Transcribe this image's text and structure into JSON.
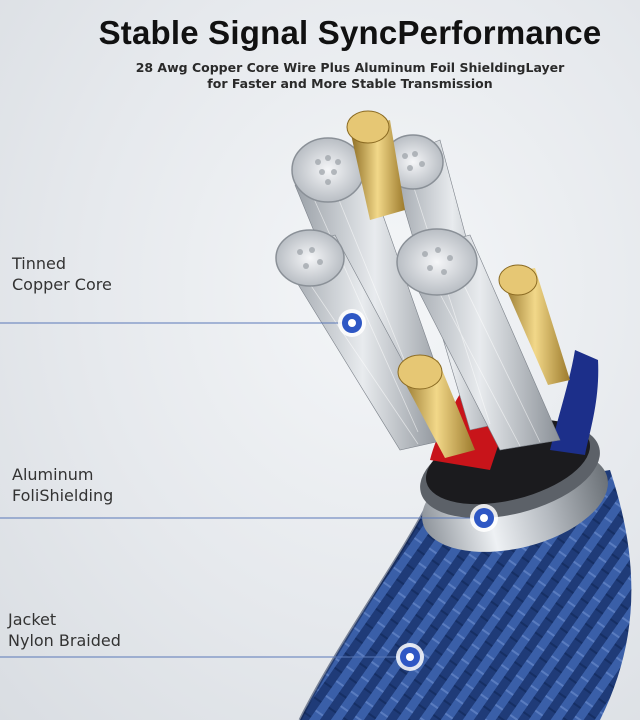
{
  "header": {
    "title": "Stable Signal SyncPerformance",
    "subtitle_line1": "28 Awg Copper Core Wire Plus Aluminum Foil ShieldingLayer",
    "subtitle_line2": "for Faster and More Stable Transmission"
  },
  "callouts": [
    {
      "line1": "Tinned",
      "line2": "Copper Core"
    },
    {
      "line1": "Aluminum",
      "line2": "FoliShielding"
    },
    {
      "line1": "Jacket",
      "line2": "Nylon Braided"
    }
  ],
  "colors": {
    "marker": "#2e57c4",
    "leader_line": "#5a78b8",
    "braid": "#2a4a8c",
    "copper_strand": "#cfd3d8",
    "gold_pin": "#c9a248",
    "red_insulation": "#c8141a",
    "blue_insulation": "#1c2f8a"
  }
}
